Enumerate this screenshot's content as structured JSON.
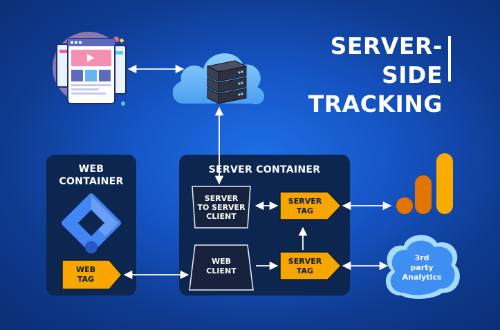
{
  "title": {
    "line1": "SERVER-SIDE",
    "line2": "TRACKING"
  },
  "web_container": {
    "title_line1": "WEB",
    "title_line2": "CONTAINER"
  },
  "server_container": {
    "title": "SERVER CONTAINER"
  },
  "nodes": {
    "web_tag": {
      "line1": "WEB",
      "line2": "TAG"
    },
    "s2s_client": {
      "line1": "SERVER",
      "line2": "TO SERVER",
      "line3": "CLIENT"
    },
    "web_client": {
      "line1": "WEB",
      "line2": "CLIENT"
    },
    "server_tag_top": {
      "line1": "SERVER",
      "line2": "TAG"
    },
    "server_tag_bottom": {
      "line1": "SERVER",
      "line2": "TAG"
    },
    "third_party": {
      "line1": "3rd",
      "line2": "party",
      "line3": "Analytics"
    }
  },
  "colors": {
    "background": "#1553c2",
    "panel": "#0c2650",
    "tag_fill": "#f7a600",
    "client_fill": "#17233c",
    "arrow": "#ffffff",
    "analytics_orange": "#f9ab00",
    "analytics_dark_orange": "#e37400",
    "gtm_blue": "#4285f4",
    "cloud": "#63b6f5"
  },
  "icons": {
    "browser": "browser-window-illustration",
    "cloud_server": "cloud-server-stack-icon",
    "gtm": "google-tag-manager-logo",
    "analytics": "google-analytics-logo",
    "third_party_cloud": "cloud-badge"
  }
}
